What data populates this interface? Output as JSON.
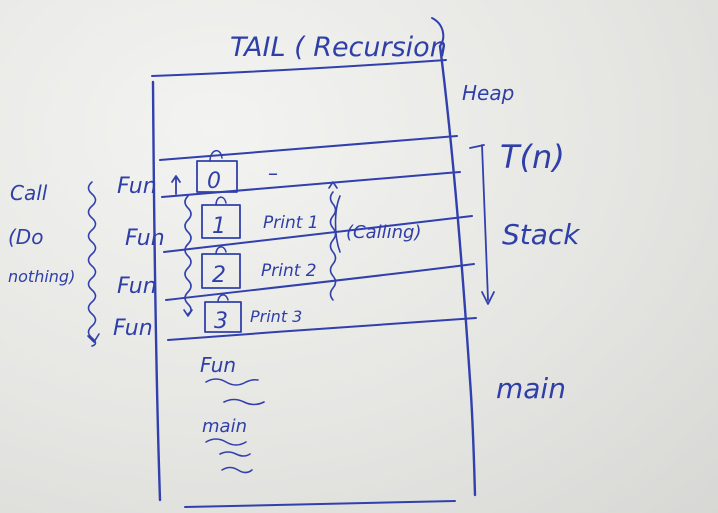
{
  "title": "TAIL ( Recursion",
  "regions": {
    "heap": "Heap",
    "stack": "Stack",
    "main": "main"
  },
  "complexity": "T(n)",
  "frames": [
    {
      "fn": "Fun",
      "index": "0",
      "note": "–"
    },
    {
      "fn": "Fun",
      "index": "1",
      "note": "Print 1"
    },
    {
      "fn": "Fun",
      "index": "2",
      "note": "Print 2"
    },
    {
      "fn": "Fun",
      "index": "3",
      "note": "Print 3"
    }
  ],
  "left_annotation": {
    "line1": "Call",
    "line2": "(Do",
    "line3": "nothing)"
  },
  "right_annotation": "(Calling)",
  "main_block": {
    "fn": "Fun",
    "main": "main"
  },
  "colors": {
    "ink": "#2f3fa8",
    "board": "#e8e8e6"
  }
}
